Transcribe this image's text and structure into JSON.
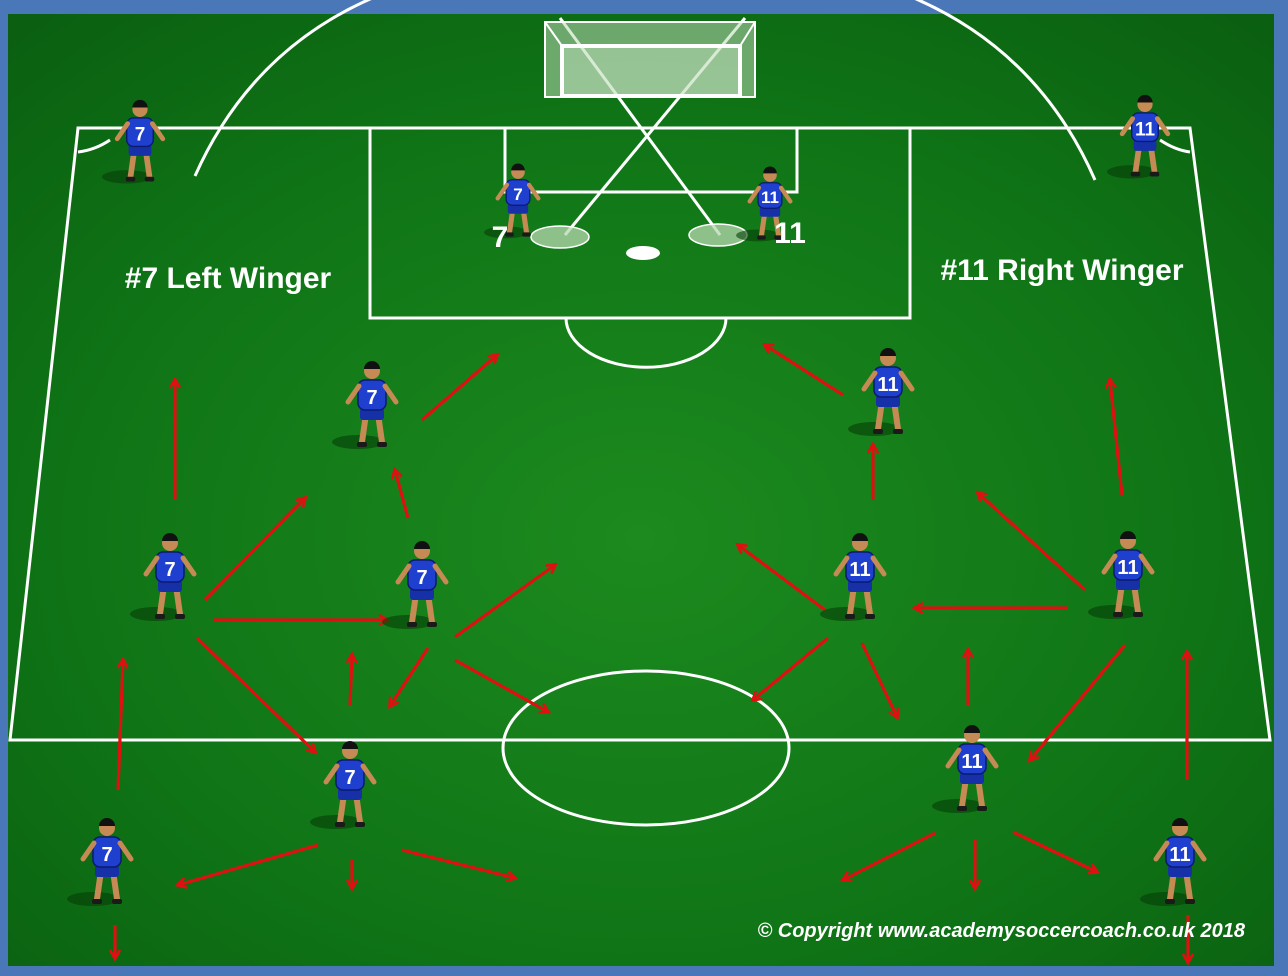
{
  "labels": {
    "left_winger": "#7 Left Winger",
    "right_winger": "#11 Right Winger",
    "goal_left_number": "7",
    "goal_right_number": "11",
    "copyright": "© Copyright www.academysoccercoach.co.uk 2018"
  },
  "colors": {
    "frame": "#4a77b8",
    "pitch_light": "#3fae33",
    "pitch_dark": "#0b6a12",
    "line": "#ffffff",
    "arrow": "#e01010",
    "shirt": "#1f3fcf",
    "skin": "#c68a55"
  },
  "players": [
    {
      "number": "7"
    },
    {
      "number": "11"
    },
    {
      "number": "7"
    },
    {
      "number": "11"
    },
    {
      "number": "7"
    },
    {
      "number": "11"
    },
    {
      "number": "7"
    },
    {
      "number": "7"
    },
    {
      "number": "11"
    },
    {
      "number": "11"
    },
    {
      "number": "7"
    },
    {
      "number": "7"
    },
    {
      "number": "11"
    },
    {
      "number": "11"
    }
  ]
}
